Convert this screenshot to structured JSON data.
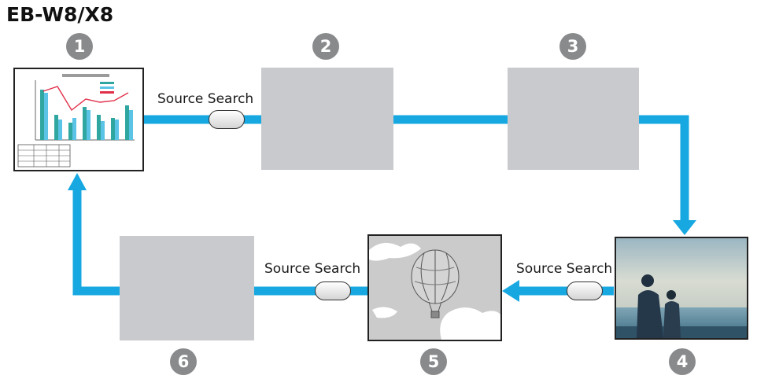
{
  "title": "EB-W8/X8",
  "steps": [
    {
      "number": "1"
    },
    {
      "number": "2"
    },
    {
      "number": "3"
    },
    {
      "number": "4"
    },
    {
      "number": "5"
    },
    {
      "number": "6"
    }
  ],
  "labels": {
    "top": "Source Search",
    "bottom_left": "Source Search",
    "bottom_right": "Source Search"
  },
  "colors": {
    "flow_arrow": "#17a8e1",
    "placeholder": "#c9cacd",
    "badge": "#888a8c"
  }
}
